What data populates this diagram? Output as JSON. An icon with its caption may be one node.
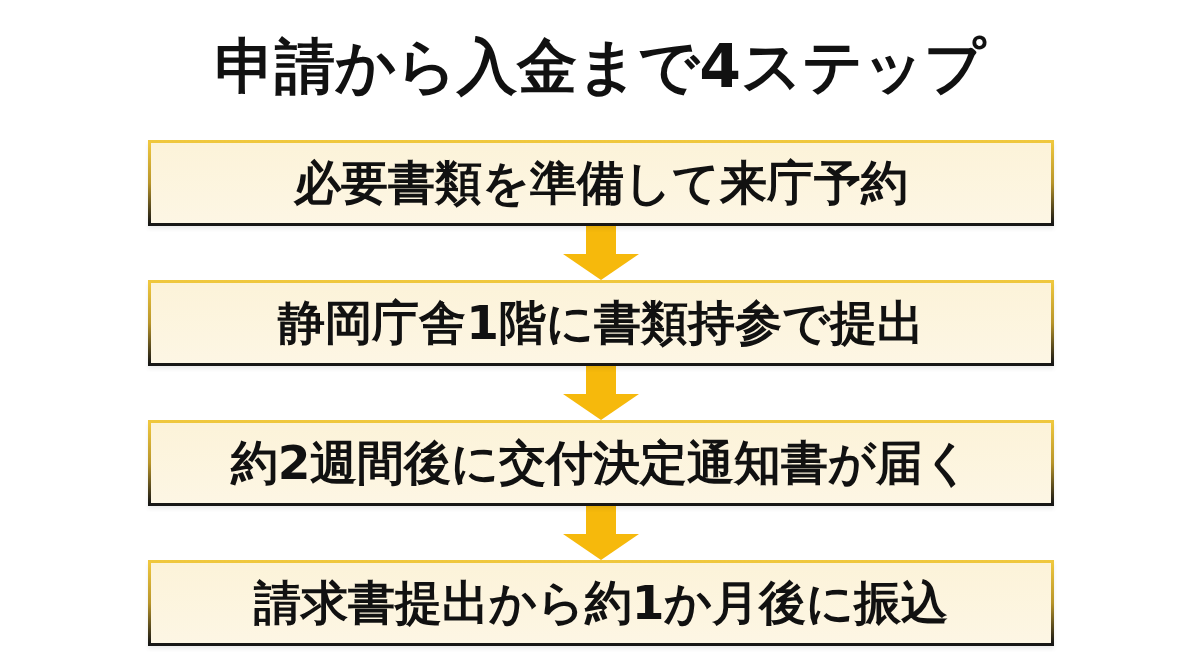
{
  "diagram": {
    "title": "申請から入金まで4ステップ",
    "nodes": [
      {
        "text": [
          "必要書類を準備して来庁予約"
        ]
      },
      {
        "text": [
          "静岡庁舎1階に書類持参で提出"
        ]
      },
      {
        "text": [
          "約2週間後に交付決定通知書が届く"
        ]
      },
      {
        "text": [
          "請求書提出から約1か月後に振込"
        ]
      }
    ],
    "edges": [
      {
        "from": 0,
        "to": 1,
        "arrow": "to"
      },
      {
        "from": 1,
        "to": 2,
        "arrow": "to"
      },
      {
        "from": 2,
        "to": 3,
        "arrow": "to"
      }
    ]
  }
}
